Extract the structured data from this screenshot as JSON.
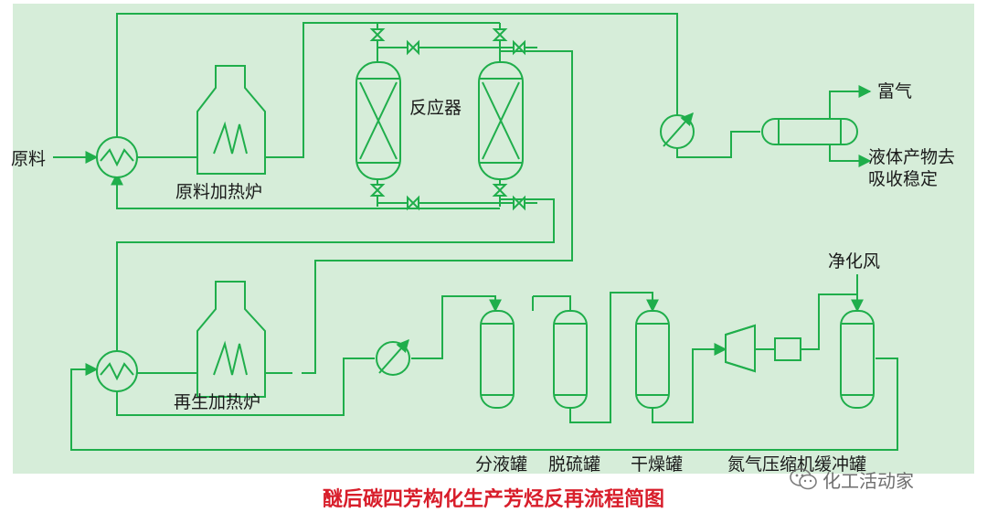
{
  "colors": {
    "panel_background": "#d6edd9",
    "line": "#1fae4b",
    "caption": "#d81e2b",
    "label": "#1a1a1a"
  },
  "labels": {
    "feed": "原料",
    "feed_heater": "原料加热炉",
    "reactor": "反应器",
    "rich_gas": "富气",
    "liquid_line1": "液体产物去",
    "liquid_line2": "吸收稳定",
    "regen_heater": "再生加热炉",
    "purified_air": "净化风",
    "knockout_tank": "分液罐",
    "desulfur_tank": "脱硫罐",
    "dryer_tank": "干燥罐",
    "nitrogen_buffer": "氮气压缩机缓冲罐"
  },
  "caption": "醚后碳四芳构化生产芳烃反再流程简图",
  "watermark": {
    "icon": "wechat-icon",
    "text": "化工活动家"
  }
}
